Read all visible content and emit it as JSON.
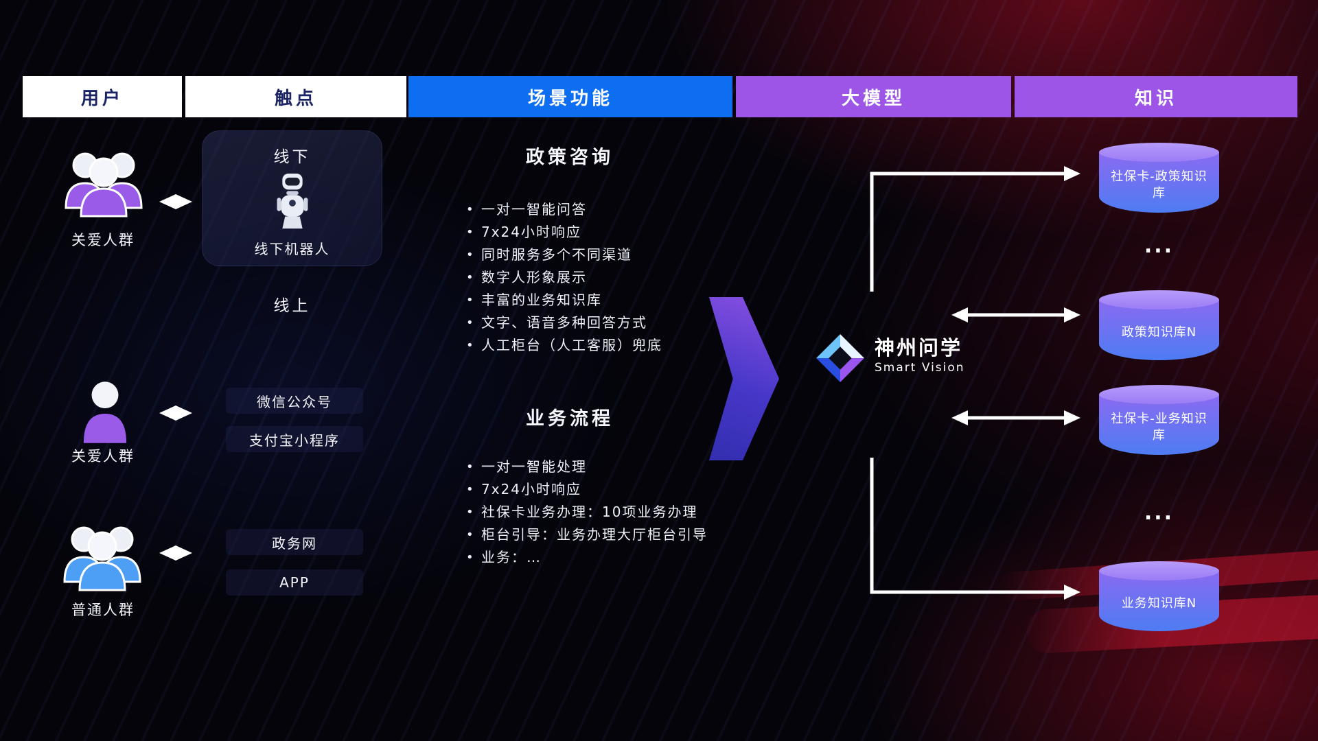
{
  "header": {
    "columns": [
      {
        "label": "用户"
      },
      {
        "label": "触点"
      },
      {
        "label": "场景功能"
      },
      {
        "label": "大模型"
      },
      {
        "label": "知识"
      }
    ]
  },
  "users": [
    {
      "label": "关爱人群",
      "icon": "group-people-purple-icon"
    },
    {
      "label": "关爱人群",
      "icon": "single-person-purple-icon"
    },
    {
      "label": "普通人群",
      "icon": "group-people-blue-icon"
    }
  ],
  "touchpoints": {
    "offline": {
      "title": "线下",
      "robot_label": "线下机器人",
      "robot_icon": "robot-icon"
    },
    "online_label": "线上",
    "channels": [
      "微信公众号",
      "支付宝小程序",
      "政务网",
      "APP"
    ]
  },
  "scenarios": [
    {
      "title": "政策咨询",
      "items": [
        "一对一智能问答",
        "7x24小时响应",
        "同时服务多个不同渠道",
        "数字人形象展示",
        "丰富的业务知识库",
        "文字、语音多种回答方式",
        "人工柜台（人工客服）兜底"
      ]
    },
    {
      "title": "业务流程",
      "items": [
        "一对一智能处理",
        "7x24小时响应",
        "社保卡业务办理：10项业务办理",
        "柜台引导：业务办理大厅柜台引导",
        "业务：…"
      ]
    }
  ],
  "model": {
    "name": "神州问学",
    "subtitle": "Smart Vision",
    "icon": "diamond-gem-icon"
  },
  "knowledge": {
    "ellipsis": "...",
    "databases": [
      "社保卡-政策知识库",
      "政策知识库N",
      "社保卡-业务知识库",
      "业务知识库N"
    ]
  },
  "colors": {
    "header_blue": "#0d6ef2",
    "header_purple": "#9c55e6",
    "header_white_text": "#1a2464",
    "db_top": "#b79bfa",
    "db_body_start": "#8a6af1",
    "db_body_end": "#4e7cf3",
    "big_arrow_start": "#9154ee",
    "big_arrow_end": "#3530b8",
    "background_red_glow": "#b90f28",
    "arrow_white": "#ffffff"
  }
}
